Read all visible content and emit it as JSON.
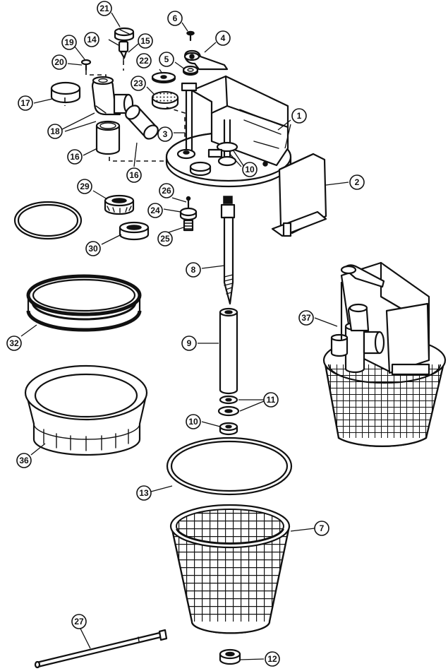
{
  "diagram": {
    "callouts": [
      "1",
      "2",
      "3",
      "4",
      "5",
      "6",
      "7",
      "8",
      "9",
      "10",
      "10",
      "11",
      "12",
      "13",
      "14",
      "15",
      "16",
      "16",
      "17",
      "18",
      "19",
      "20",
      "21",
      "22",
      "23",
      "24",
      "25",
      "26",
      "27",
      "29",
      "30",
      "32",
      "36",
      "37"
    ]
  }
}
